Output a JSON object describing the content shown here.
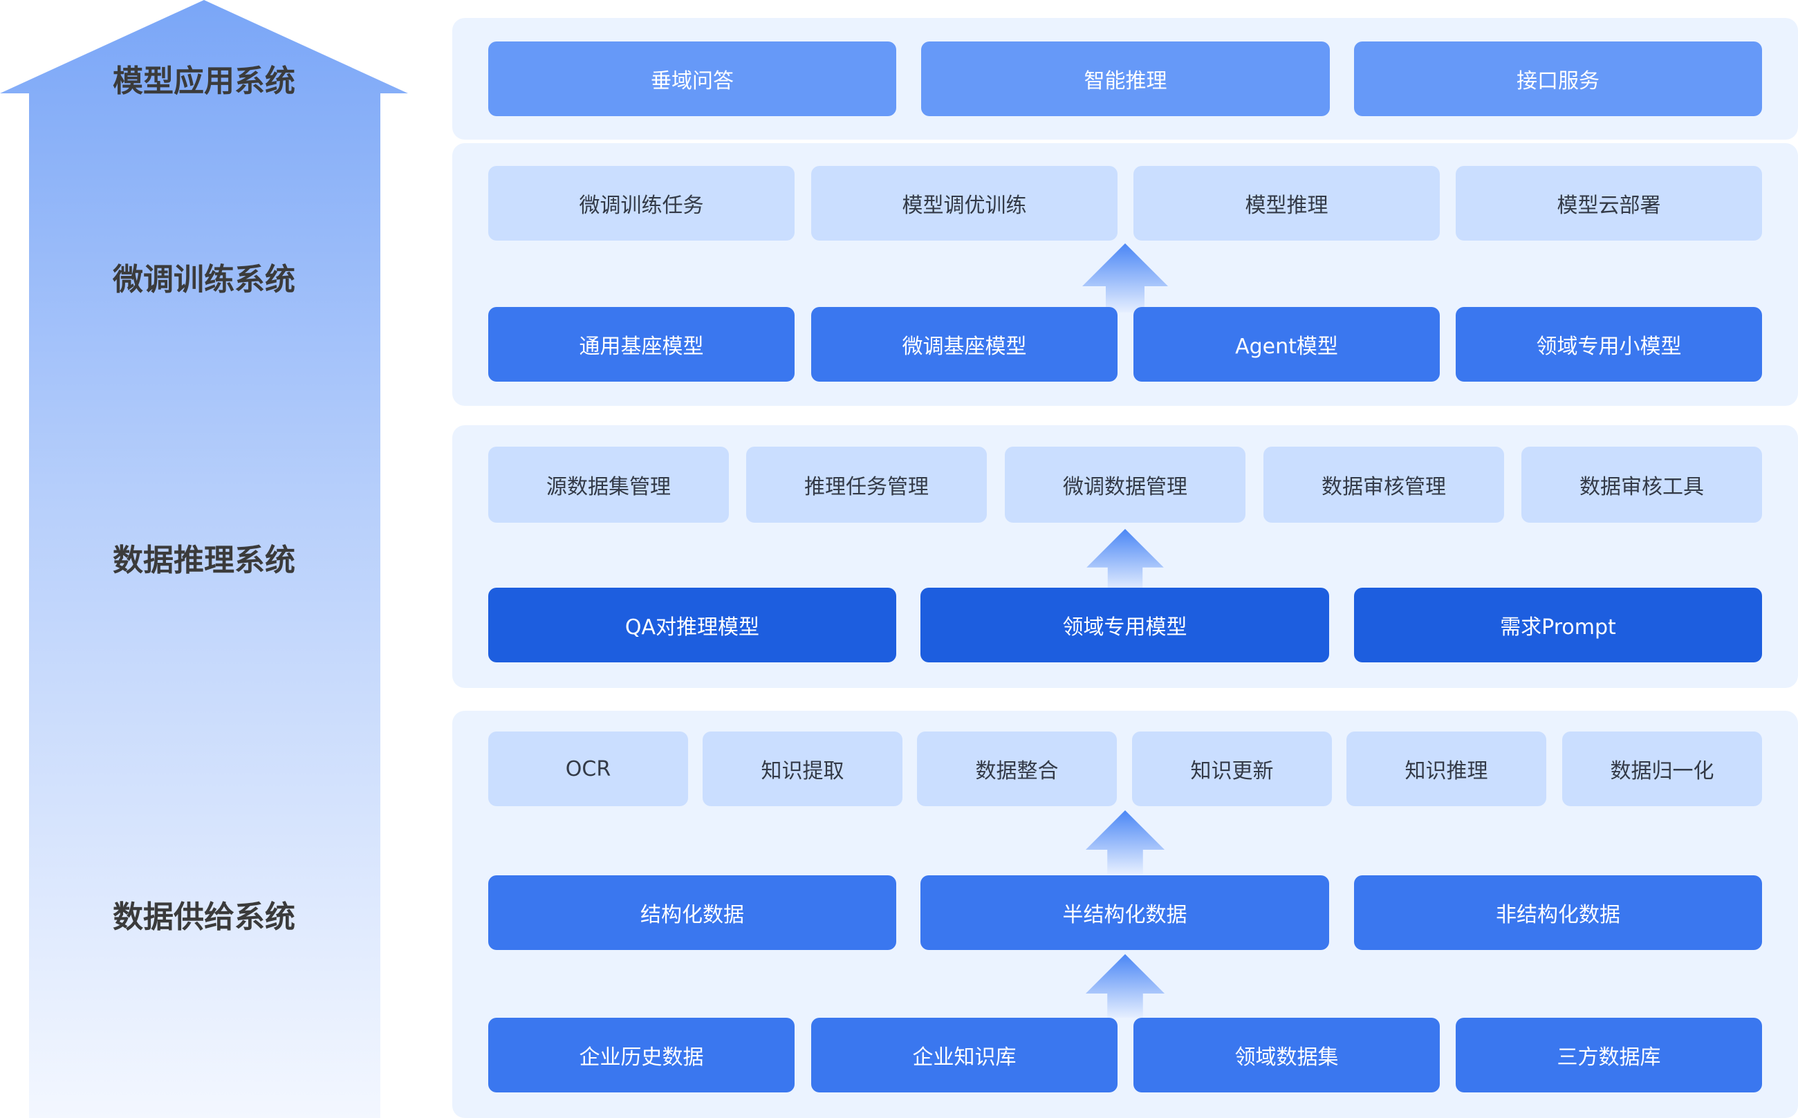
{
  "colors": {
    "panel_bg": "#ebf3ff",
    "light_box": "#cadeff",
    "mid_box": "#6699f8",
    "blue_box": "#3a77ef",
    "deep_box": "#1d5edf",
    "label_text": "#3b3b3b",
    "big_arrow_top": "#7aa6f7",
    "big_arrow_bottom": "#f3f7ff"
  },
  "layers": [
    {
      "label": "模型应用系统",
      "rows": [
        [
          "垂域问答",
          "智能推理",
          "接口服务"
        ]
      ]
    },
    {
      "label": "微调训练系统",
      "rows": [
        [
          "微调训练任务",
          "模型调优训练",
          "模型推理",
          "模型云部署"
        ],
        [
          "通用基座模型",
          "微调基座模型",
          "Agent模型",
          "领域专用小模型"
        ]
      ]
    },
    {
      "label": "数据推理系统",
      "rows": [
        [
          "源数据集管理",
          "推理任务管理",
          "微调数据管理",
          "数据审核管理",
          "数据审核工具"
        ],
        [
          "QA对推理模型",
          "领域专用模型",
          "需求Prompt"
        ]
      ]
    },
    {
      "label": "数据供给系统",
      "rows": [
        [
          "OCR",
          "知识提取",
          "数据整合",
          "知识更新",
          "知识推理",
          "数据归一化"
        ],
        [
          "结构化数据",
          "半结构化数据",
          "非结构化数据"
        ],
        [
          "企业历史数据",
          "企业知识库",
          "领域数据集",
          "三方数据库"
        ]
      ]
    }
  ],
  "icons": {
    "big_arrow": "up-arrow-icon",
    "flow_arrow": "up-arrow-icon"
  }
}
